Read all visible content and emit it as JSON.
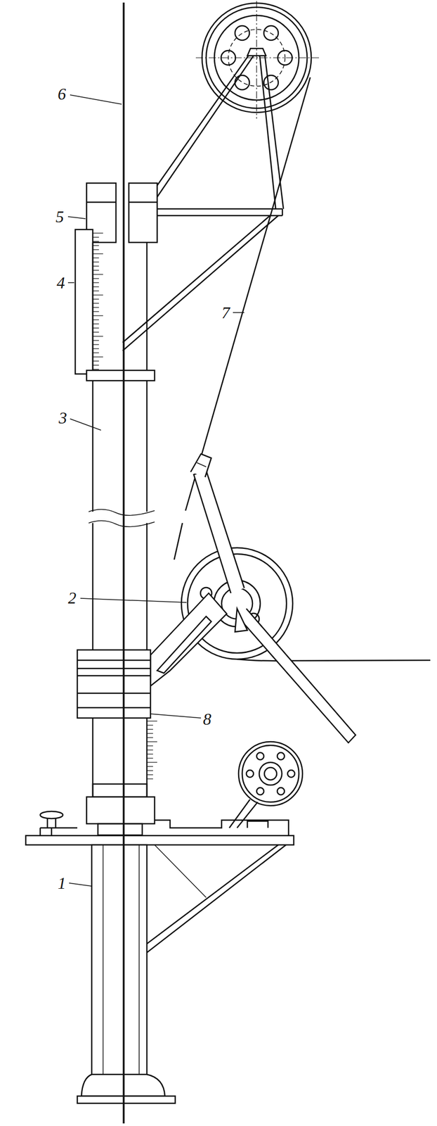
{
  "diagram": {
    "labels": [
      "6",
      "5",
      "4",
      "7",
      "3",
      "2",
      "8",
      "1"
    ]
  }
}
